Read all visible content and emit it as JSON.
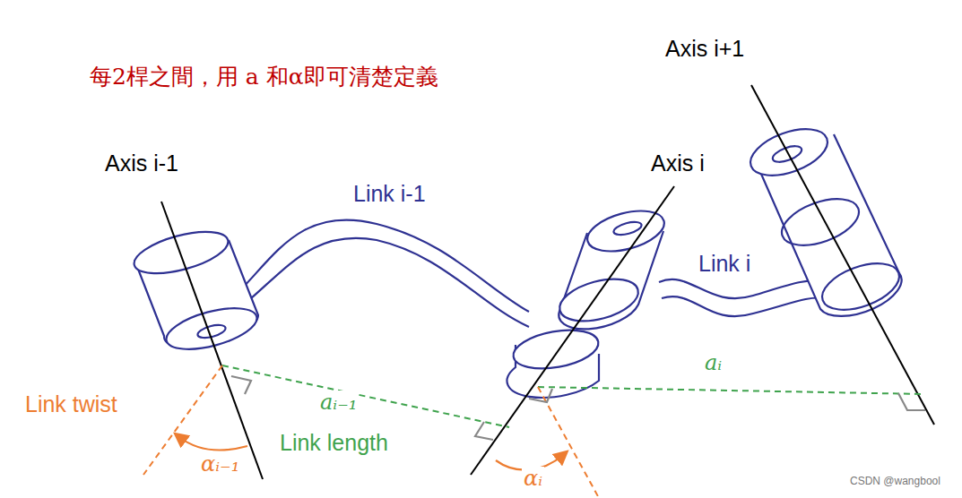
{
  "diagram": {
    "title": "每2桿之間，用 a 和α即可清楚定義",
    "labels": [
      "Axis i+1",
      "Axis i-1",
      "Axis i",
      "Link i-1",
      "Link i",
      "Link twist",
      "Link length",
      "aᵢ₋₁",
      "aᵢ",
      "αᵢ₋₁",
      "αᵢ",
      "CSDN @wangbool"
    ]
  }
}
